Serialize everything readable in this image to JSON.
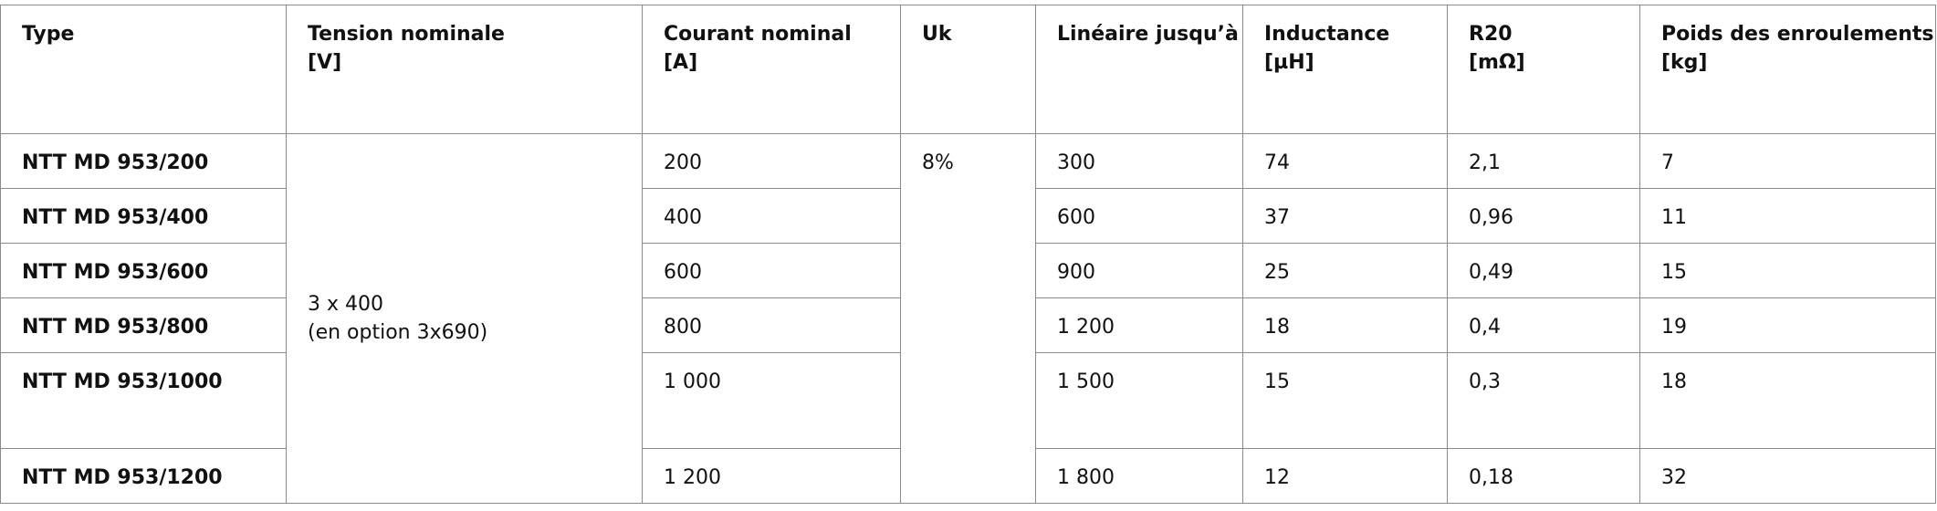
{
  "table": {
    "headers": [
      {
        "line1": "Type",
        "line2": ""
      },
      {
        "line1": "Tension nominale",
        "line2": "[V]"
      },
      {
        "line1": "Courant nominal",
        "line2": "[A]"
      },
      {
        "line1": "Uk",
        "line2": ""
      },
      {
        "line1": "Linéaire jusqu’à",
        "line2": ""
      },
      {
        "line1": "Inductance",
        "line2": "[µH]"
      },
      {
        "line1": "R20",
        "line2": "[mΩ]"
      },
      {
        "line1": "Poids des enroulements",
        "line2": "[kg]"
      }
    ],
    "voltage": {
      "line1": "3 x 400",
      "line2": "(en option 3x690)"
    },
    "uk": "8%",
    "rows": [
      {
        "type": "NTT MD 953/200",
        "current": "200",
        "linear": "300",
        "inductance": "74",
        "r20": "2,1",
        "weight": "7"
      },
      {
        "type": "NTT MD 953/400",
        "current": "400",
        "linear": "600",
        "inductance": "37",
        "r20": "0,96",
        "weight": "11"
      },
      {
        "type": "NTT MD 953/600",
        "current": "600",
        "linear": "900",
        "inductance": "25",
        "r20": "0,49",
        "weight": "15"
      },
      {
        "type": "NTT MD 953/800",
        "current": "800",
        "linear": "1 200",
        "inductance": "18",
        "r20": "0,4",
        "weight": "19"
      },
      {
        "type": "NTT MD 953/1000",
        "current": "1 000",
        "linear": "1 500",
        "inductance": "15",
        "r20": "0,3",
        "weight": "18"
      },
      {
        "type": "NTT MD 953/1200",
        "current": "1 200",
        "linear": "1 800",
        "inductance": "12",
        "r20": "0,18",
        "weight": "32"
      }
    ]
  }
}
